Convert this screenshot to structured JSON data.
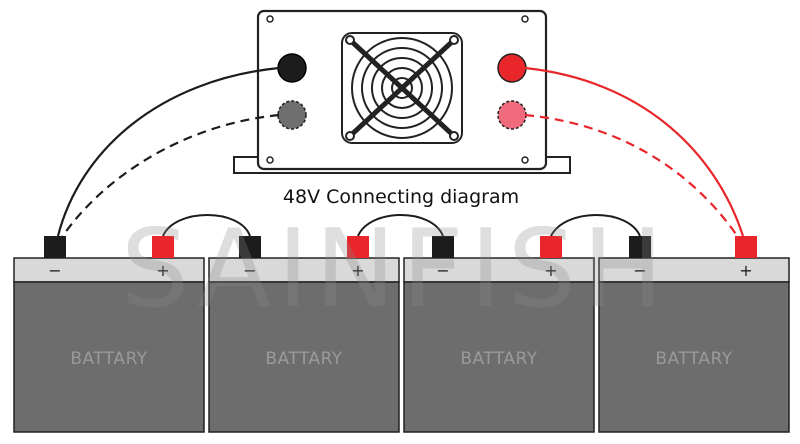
{
  "diagram": {
    "caption": "48V Connecting diagram",
    "watermark": "SAINFISH",
    "battery_label": "BATTARY",
    "negative_sign": "−",
    "positive_sign": "+",
    "battery_count": 4,
    "colors": {
      "positive": "#e8262b",
      "positive_light": "#ef6b7d",
      "negative": "#1c1c1c",
      "negative_light": "#6f6f6f",
      "battery_body": "#6d6d6d",
      "battery_top": "#d9d9d9",
      "inverter_body": "#ffffff",
      "outline": "#222222"
    },
    "icons": {
      "fan": "fan-grille-icon",
      "terminal": "battery-terminal-icon"
    }
  }
}
